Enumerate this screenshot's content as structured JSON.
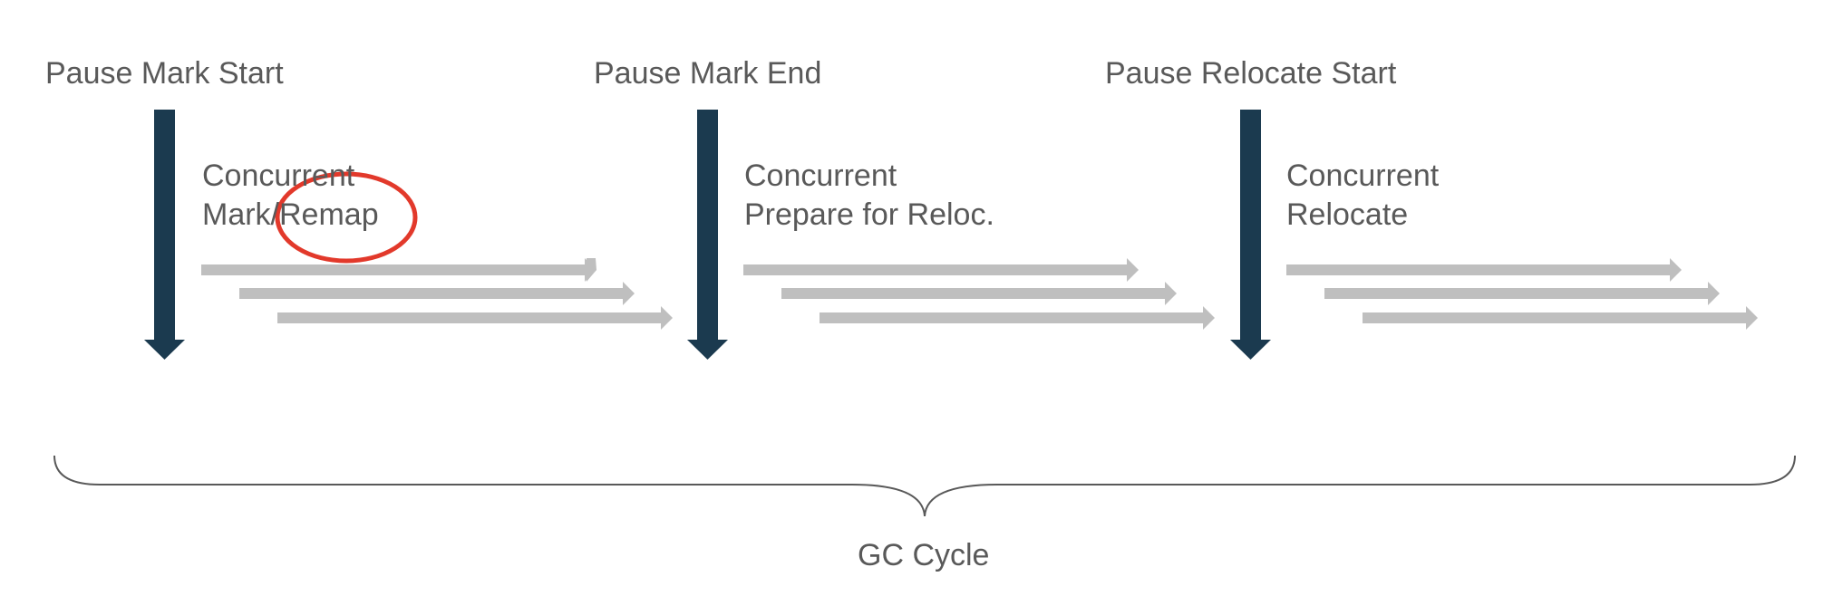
{
  "pauses": [
    {
      "label": "Pause Mark Start"
    },
    {
      "label": "Pause Mark End"
    },
    {
      "label": "Pause Relocate Start"
    }
  ],
  "phases": [
    {
      "line1": "Concurrent",
      "line2": "Mark/Remap"
    },
    {
      "line1": "Concurrent",
      "line2": "Prepare for Reloc."
    },
    {
      "line1": "Concurrent",
      "line2": "Relocate"
    }
  ],
  "cycle_label": "GC Cycle",
  "colors": {
    "pause_arrow": "#1b3a4f",
    "concurrent_arrow": "#bfbfbf",
    "text": "#595959",
    "brace": "#595959",
    "highlight_circle": "#e2392b"
  }
}
